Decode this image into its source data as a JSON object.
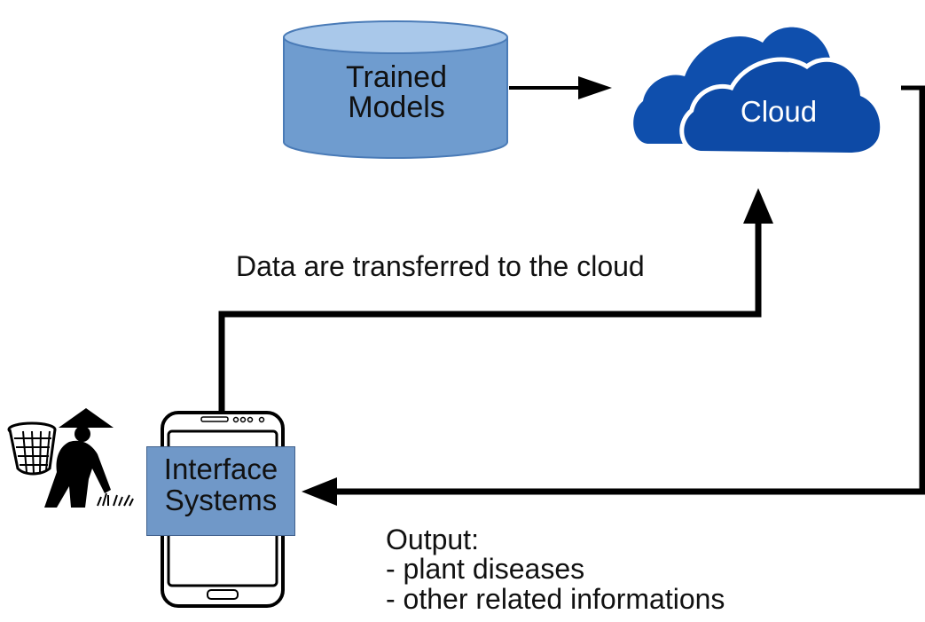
{
  "nodes": {
    "trained_models": {
      "line1": "Trained",
      "line2": "Models"
    },
    "cloud": {
      "label": "Cloud"
    },
    "interface": {
      "line1": "Interface",
      "line2": "Systems"
    }
  },
  "edges": {
    "upload_label": "Data are transferred to the cloud"
  },
  "output": {
    "title": "Output:",
    "items": [
      "- plant diseases",
      "- other related informations"
    ]
  },
  "colors": {
    "database_fill": "#6f9ccf",
    "database_top": "#a9c8ea",
    "cloud_fill": "#0f4fad",
    "interface_fill": "#7098c8",
    "arrow": "#000000"
  },
  "icons": {
    "farmer": "farmer-with-basket-icon",
    "phone": "smartphone-icon",
    "cloud": "cloud-icon",
    "database": "database-cylinder-icon"
  }
}
